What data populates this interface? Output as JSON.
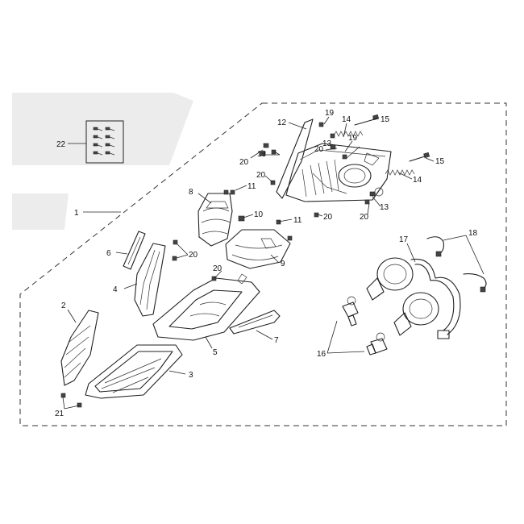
{
  "diagram": {
    "callouts": {
      "c1": "1",
      "c2": "2",
      "c3": "3",
      "c4": "4",
      "c5": "5",
      "c6": "6",
      "c7": "7",
      "c8": "8",
      "c9": "9",
      "c10": "10",
      "c11a": "11",
      "c11b": "11",
      "c12": "12",
      "c13a": "13",
      "c13b": "13",
      "c13c": "13",
      "c14a": "14",
      "c14b": "14",
      "c15a": "15",
      "c15b": "15",
      "c16": "16",
      "c17": "17",
      "c18": "18",
      "c19a": "19",
      "c19b": "19",
      "c20a": "20",
      "c20b": "20",
      "c20c": "20",
      "c20d": "20",
      "c20e": "20",
      "c20f": "20",
      "c20g": "20",
      "c21": "21",
      "c22": "22"
    }
  }
}
